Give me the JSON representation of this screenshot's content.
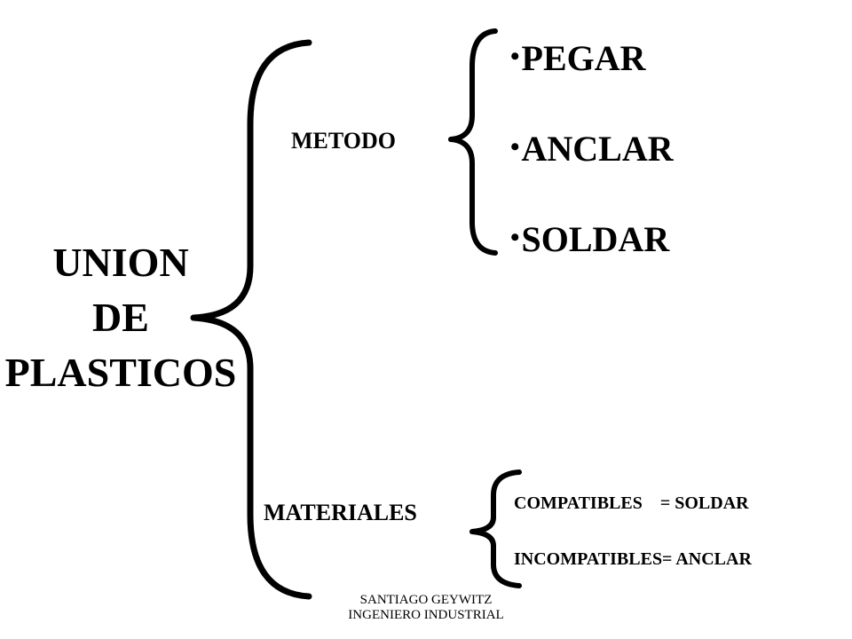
{
  "root": {
    "lines": [
      "UNION",
      "DE",
      "PLASTICOS"
    ]
  },
  "branches": {
    "metodo": {
      "label": "METODO",
      "items": [
        "PEGAR",
        "ANCLAR",
        "SOLDAR"
      ],
      "bullet": "•"
    },
    "materiales": {
      "label": "MATERIALES",
      "items": [
        "COMPATIBLES    = SOLDAR",
        "INCOMPATIBLES= ANCLAR"
      ]
    }
  },
  "footer": {
    "line1": "SANTIAGO GEYWITZ",
    "line2": "INGENIERO INDUSTRIAL"
  }
}
